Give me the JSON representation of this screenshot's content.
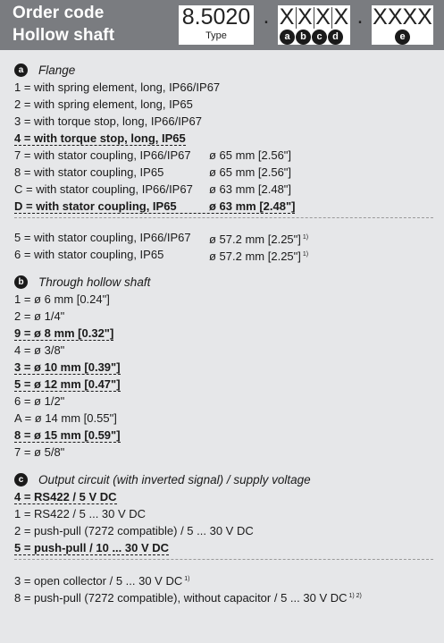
{
  "header": {
    "title_line1": "Order code",
    "title_line2": "Hollow shaft",
    "type_code": "8.5020",
    "type_label": "Type",
    "dot": ".",
    "x_group": [
      "X",
      "X",
      "X",
      "X"
    ],
    "x_letters": [
      "a",
      "b",
      "c",
      "d"
    ],
    "e_code": "XXXX",
    "e_letter": "e"
  },
  "flange": {
    "bullet": "a",
    "title": "Flange",
    "items": [
      {
        "text": "1 = with spring element, long, IP66/IP67",
        "dim": "",
        "bold": false
      },
      {
        "text": "2 = with spring element, long, IP65",
        "dim": "",
        "bold": false
      },
      {
        "text": "3 = with torque stop, long, IP66/IP67",
        "dim": "",
        "bold": false
      },
      {
        "text": "4 = with torque stop, long, IP65",
        "dim": "",
        "bold": true
      },
      {
        "text": "7 = with stator coupling, IP66/IP67",
        "dim": "ø 65 mm [2.56\"]",
        "bold": false
      },
      {
        "text": "8 = with stator coupling, IP65",
        "dim": "ø 65 mm [2.56\"]",
        "bold": false
      },
      {
        "text": "C = with stator coupling, IP66/IP67",
        "dim": "ø 63 mm [2.48\"]",
        "bold": false
      },
      {
        "text": "D = with stator coupling, IP65",
        "dim": "ø 63 mm [2.48\"]",
        "bold": true
      }
    ],
    "extra_items": [
      {
        "text": "5 = with stator coupling, IP66/IP67",
        "dim": "ø 57.2 mm [2.25\"]",
        "sup": "1)"
      },
      {
        "text": "6 = with stator coupling, IP65",
        "dim": "ø 57.2 mm [2.25\"]",
        "sup": "1)"
      }
    ]
  },
  "shaft": {
    "bullet": "b",
    "title": "Through hollow shaft",
    "items": [
      {
        "text": "1 = ø 6 mm [0.24\"]",
        "bold": false
      },
      {
        "text": "2 = ø 1/4\"",
        "bold": false
      },
      {
        "text": "9 = ø 8 mm [0.32\"]",
        "bold": true
      },
      {
        "text": "4 = ø 3/8\"",
        "bold": false
      },
      {
        "text": "3 = ø 10 mm [0.39\"]",
        "bold": true
      },
      {
        "text": "5 = ø 12 mm [0.47\"]",
        "bold": true
      },
      {
        "text": "6 = ø 1/2\"",
        "bold": false
      },
      {
        "text": "A = ø 14 mm [0.55\"]",
        "bold": false
      },
      {
        "text": "8 = ø 15 mm [0.59\"]",
        "bold": true
      },
      {
        "text": "7 = ø 5/8\"",
        "bold": false
      }
    ]
  },
  "output": {
    "bullet": "c",
    "title": "Output circuit (with inverted signal) / supply voltage",
    "items": [
      {
        "text": "4 = RS422 / 5 V DC",
        "bold": true
      },
      {
        "text": "1 = RS422 / 5 ... 30 V DC",
        "bold": false
      },
      {
        "text": "2 = push-pull (7272 compatible) / 5 ... 30 V DC",
        "bold": false
      },
      {
        "text": "5 = push-pull / 10 ... 30 V DC",
        "bold": true
      }
    ],
    "extra_items": [
      {
        "text": "3 = open collector / 5 ... 30 V DC",
        "sup": "1)"
      },
      {
        "text": "8 = push-pull (7272 compatible), without capacitor / 5 ... 30 V DC",
        "sup": "1) 2)"
      }
    ]
  }
}
